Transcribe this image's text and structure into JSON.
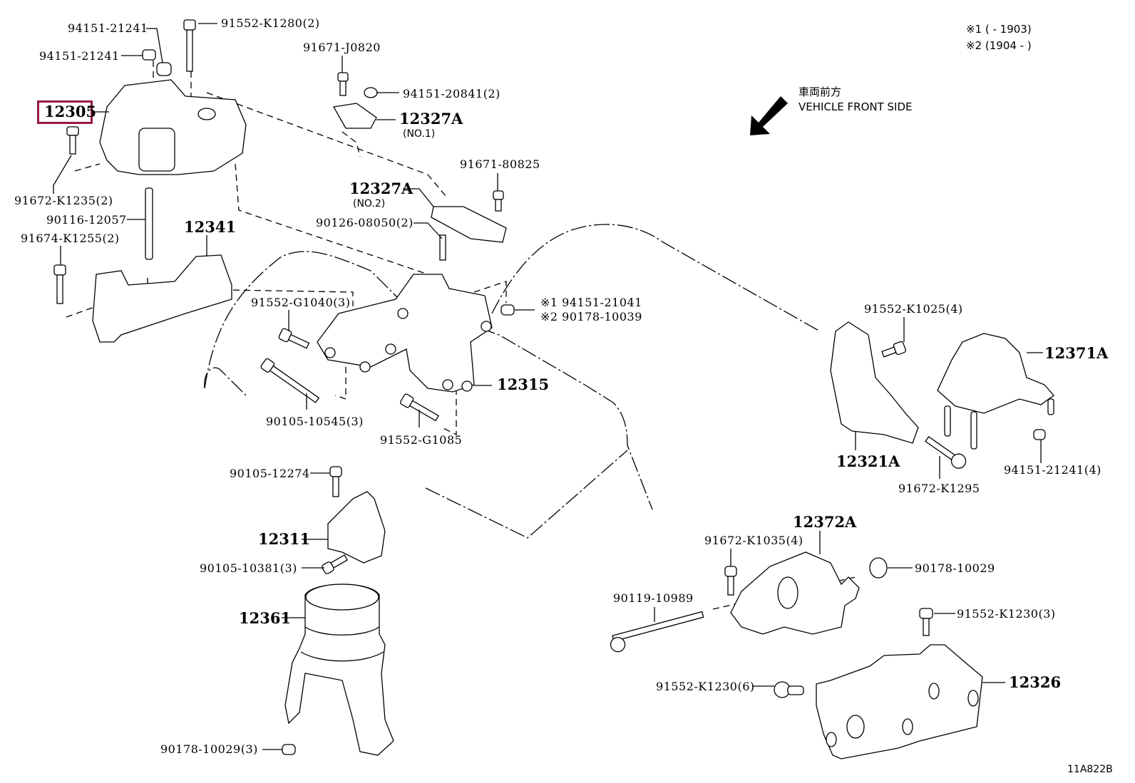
{
  "diagram": {
    "title_code": "11A822B",
    "highlight_color": "#9b1b3f",
    "highlighted_part": "12305",
    "legend": {
      "note1": "※1 (       - 1903)",
      "note2": "※2 (1904 -       )"
    },
    "direction": {
      "jp": "車両前方",
      "en": "VEHICLE FRONT SIDE",
      "icon": "arrow-down-left-icon"
    },
    "labels": {
      "p94151_21241_a": "94151-21241",
      "p94151_21241_b": "94151-21241",
      "p91552_K1280": "91552-K1280(2)",
      "p12305": "12305",
      "p91672_K1235": "91672-K1235(2)",
      "p90116_12057": "90116-12057",
      "p91674_K1255": "91674-K1255(2)",
      "p12341": "12341",
      "p91671_J0820": "91671-J0820",
      "p94151_20841": "94151-20841(2)",
      "p12327A_1": "12327A",
      "p12327A_1_sub": "(NO.1)",
      "p91671_80825": "91671-80825",
      "p12327A_2": "12327A",
      "p12327A_2_sub": "(NO.2)",
      "p90126_08050": "90126-08050(2)",
      "p91552_G1040": "91552-G1040(3)",
      "p_nut_note1": "※1 94151-21041",
      "p_nut_note2": "※2 90178-10039",
      "p12315": "12315",
      "p90105_10545": "90105-10545(3)",
      "p91552_G1085": "91552-G1085",
      "p91552_K1025": "91552-K1025(4)",
      "p12371A": "12371A",
      "p12321A": "12321A",
      "p91672_K1295": "91672-K1295",
      "p94151_21241_c": "94151-21241(4)",
      "p90105_12274": "90105-12274",
      "p12311": "12311",
      "p90105_10381": "90105-10381(3)",
      "p12361": "12361",
      "p90178_10029_3": "90178-10029(3)",
      "p12372A": "12372A",
      "p91672_K1035": "91672-K1035(4)",
      "p90178_10029": "90178-10029",
      "p90119_10989": "90119-10989",
      "p91552_K1230_3": "91552-K1230(3)",
      "p91552_K1230_6": "91552-K1230(6)",
      "p12326": "12326"
    }
  }
}
